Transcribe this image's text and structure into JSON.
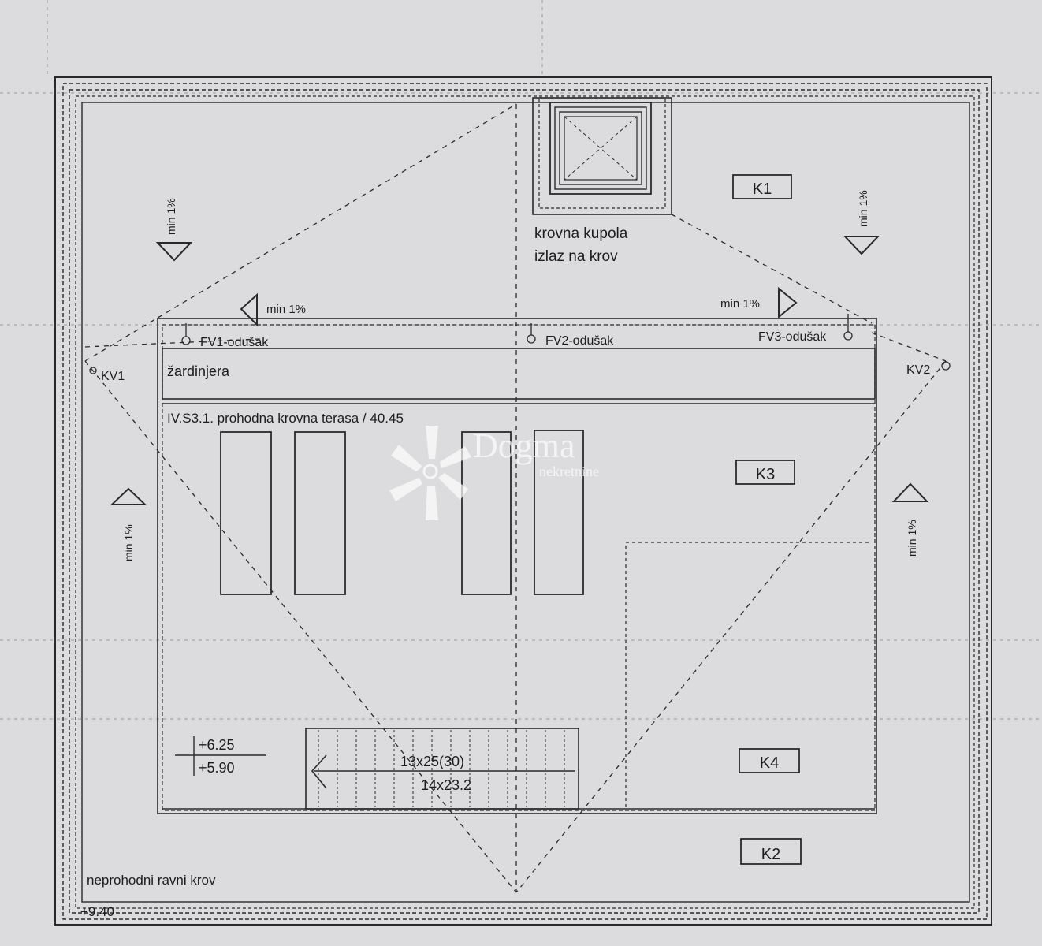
{
  "labels": {
    "k1": "K1",
    "k2": "K2",
    "k3": "K3",
    "k4": "K4",
    "kupola_line1": "krovna kupola",
    "kupola_line2": "izlaz na krov",
    "min_slope": "min 1%",
    "fv1": "FV1-odušak",
    "fv2": "FV2-odušak",
    "fv3": "FV3-odušak",
    "kv1": "KV1",
    "kv2": "KV2",
    "zardinjera": "žardinjera",
    "terasa": "IV.S3.1. prohodna krovna terasa / 40.45",
    "level_top": "+6.25",
    "level_bottom": "+5.90",
    "stairs_top": "13x25(30)",
    "stairs_bottom": "14x23.2",
    "roof_note": "neprohodni ravni krov",
    "roof_level": "+9.40"
  },
  "watermark": {
    "brand": "Dogma",
    "sub": "nekretnine"
  },
  "colors": {
    "background": "#dcdcde",
    "line": "#2a2a2c",
    "watermark": "#ffffff"
  }
}
